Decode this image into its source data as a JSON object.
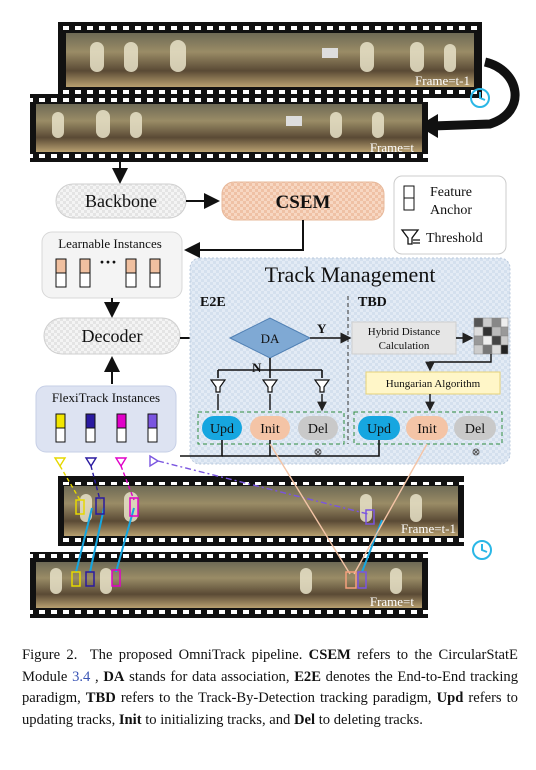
{
  "frames": {
    "top_prev": "Frame=t-1",
    "top_curr": "Frame=t",
    "bottom_prev": "Frame=t-1",
    "bottom_curr": "Frame=t"
  },
  "blocks": {
    "backbone": "Backbone",
    "csem": "CSEM",
    "learnable": "Learnable Instances",
    "learnable_dots": "···",
    "decoder": "Decoder",
    "flexitrack": "FlexiTrack Instances"
  },
  "legend": {
    "feature": "Feature",
    "anchor": "Anchor",
    "threshold": "Threshold"
  },
  "track_management": {
    "title": "Track Management",
    "e2e_label": "E2E",
    "tbd_label": "TBD",
    "da": "DA",
    "yes": "Y",
    "no": "N",
    "hybrid_line1": "Hybrid Distance",
    "hybrid_line2": "Calculation",
    "hungarian": "Hungarian Algorithm",
    "upd": "Upd",
    "init": "Init",
    "del": "Del"
  },
  "colors": {
    "flexi_instances": [
      "#f2e600",
      "#2a1aa0",
      "#e000c8",
      "#7a55e0"
    ],
    "upd": "#16a6e0",
    "init": "#f4c4a6",
    "del": "#c9c9c9",
    "da": "#7fa9d4",
    "csem": "#f2c4a6",
    "tm_panel": "#dde7f3"
  },
  "caption": {
    "figure_label": "Figure 2.",
    "t1": "The proposed OmniTrack pipeline.",
    "csem": "CSEM",
    "t2": "refers to the CircularStatE Module",
    "ref": "3.4",
    "t3": ",",
    "da": "DA",
    "t4": "stands for data association,",
    "e2e": "E2E",
    "t5": "denotes the End-to-End tracking paradigm,",
    "tbd": "TBD",
    "t6": "refers to the Track-By-Detection tracking paradigm,",
    "upd": "Upd",
    "t7": "refers to updating tracks,",
    "init": "Init",
    "t8": "to initializing tracks, and",
    "del": "Del",
    "t9": "to deleting tracks."
  }
}
